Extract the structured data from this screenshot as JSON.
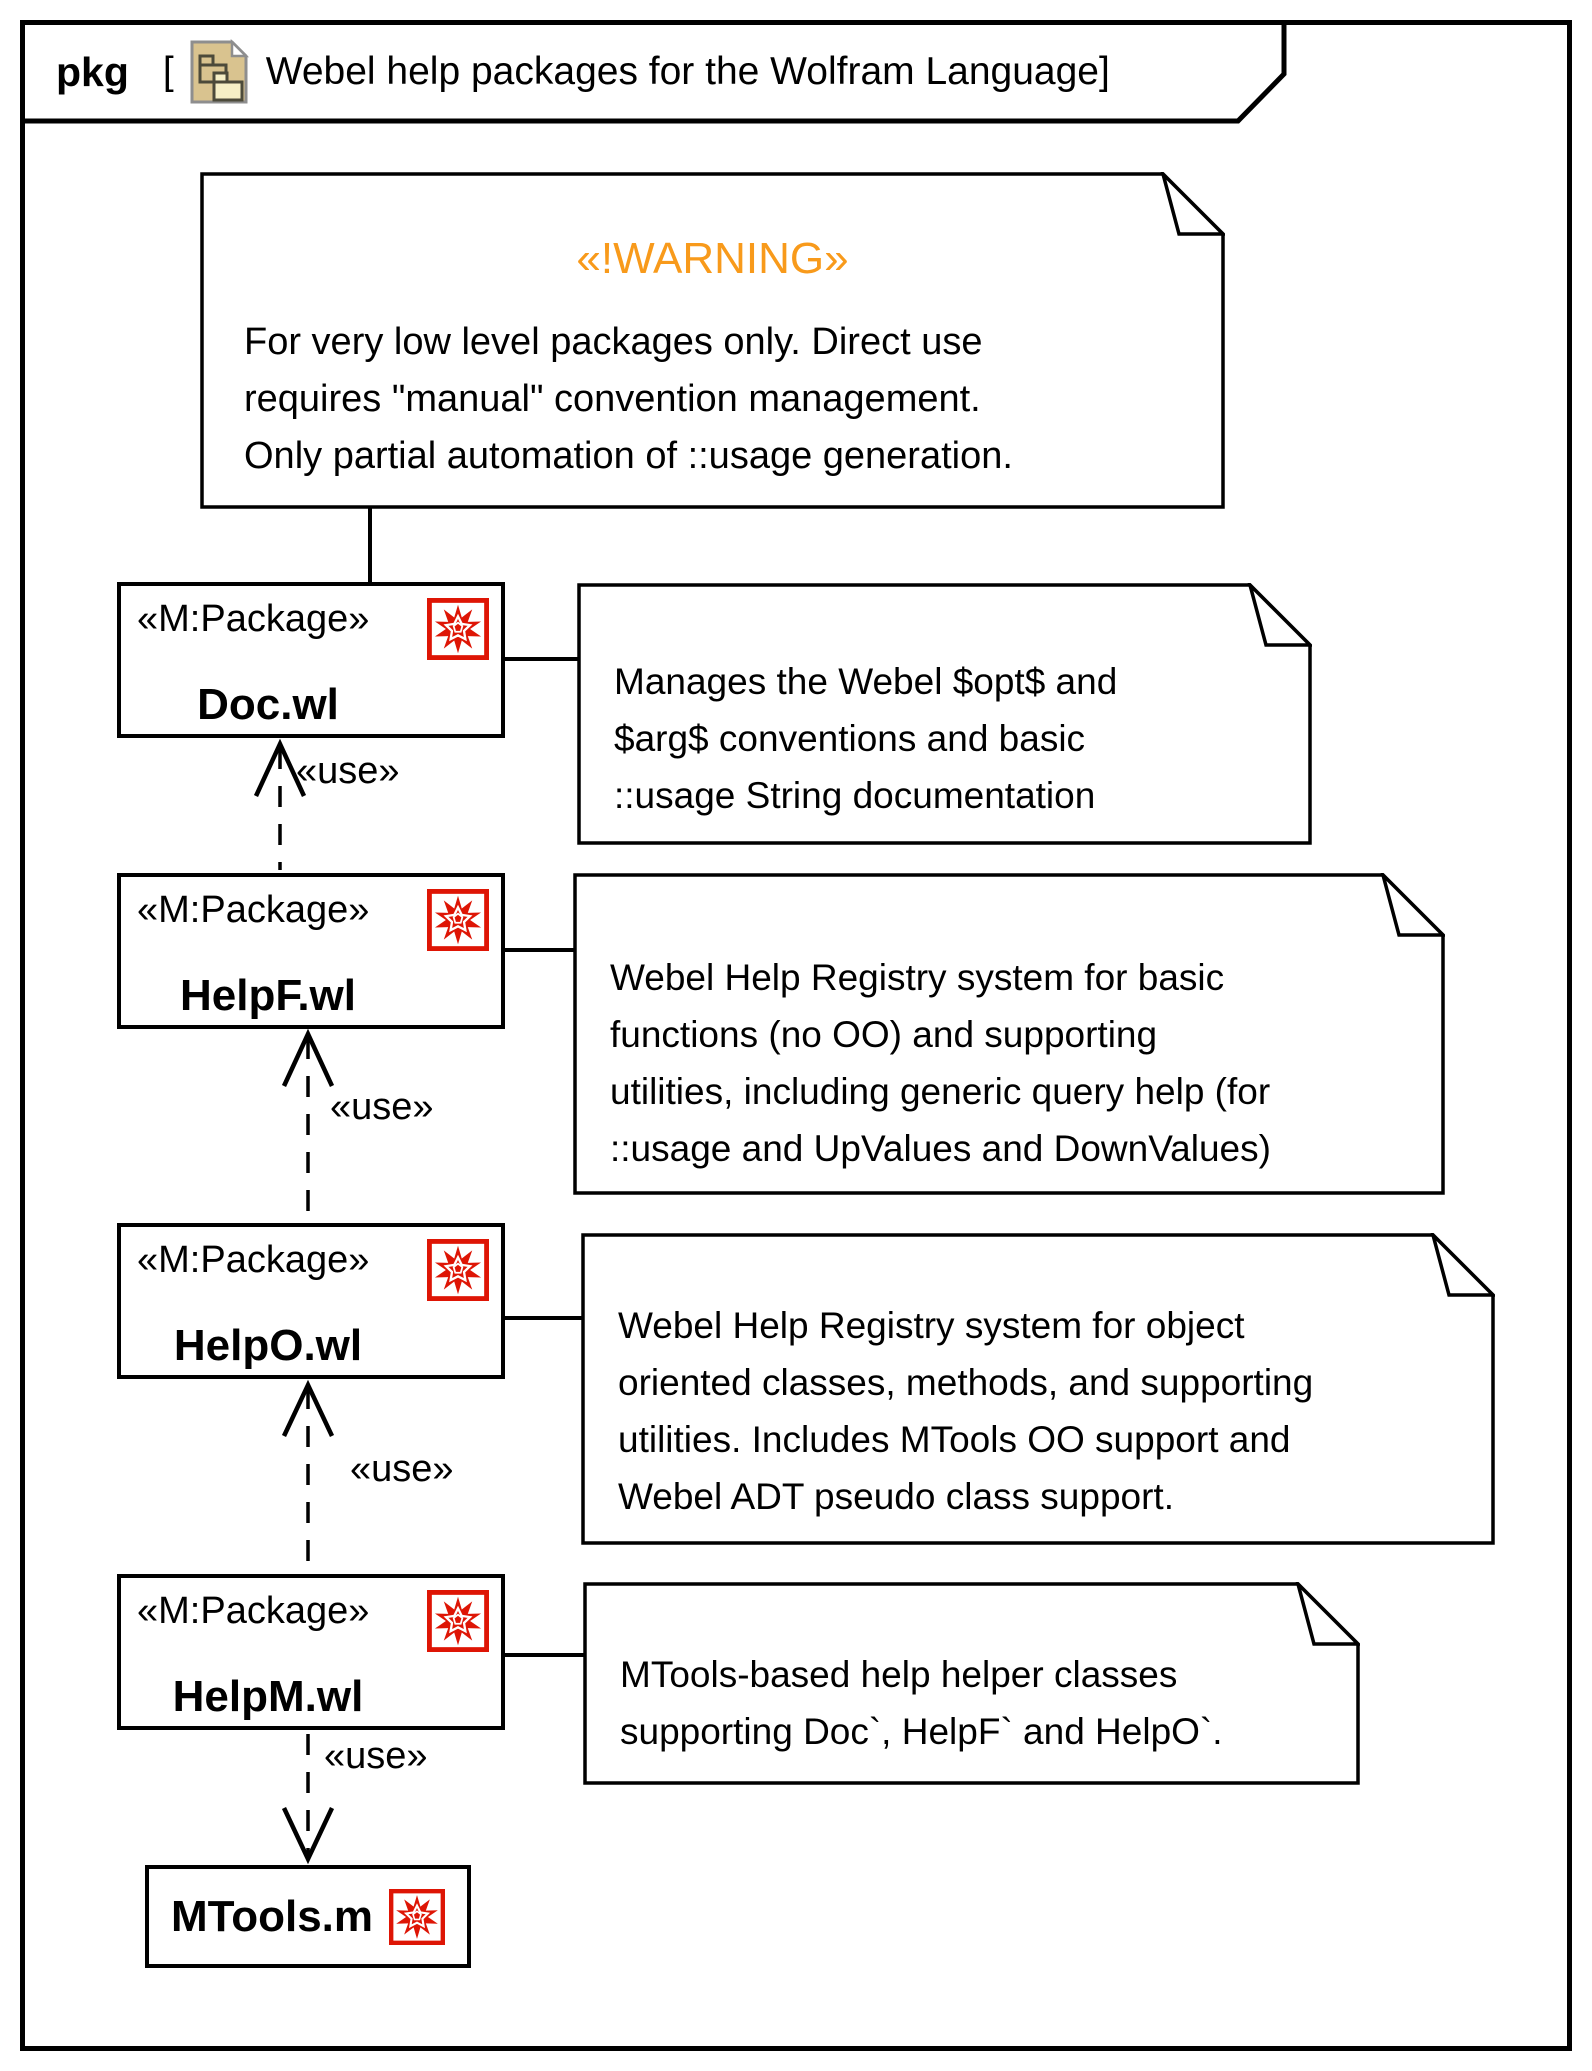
{
  "frame": {
    "keyword": "pkg",
    "bracket_open": "[",
    "title": "Webel help packages for the Wolfram Language",
    "bracket_close": "]"
  },
  "warning_note": {
    "stereotype": "«!WARNING»",
    "lines": [
      "For very low level packages only. Direct use",
      "requires \"manual\" convention management.",
      "Only partial automation of ::usage generation."
    ]
  },
  "labels": {
    "use": "«use»"
  },
  "packages": [
    {
      "stereotype": "«M:Package»",
      "name": "Doc.wl",
      "note": [
        "Manages the Webel $opt$ and",
        "$arg$ conventions and basic",
        "::usage String documentation"
      ]
    },
    {
      "stereotype": "«M:Package»",
      "name": "HelpF.wl",
      "note": [
        "Webel Help Registry system for basic",
        "functions (no OO) and supporting",
        "utilities, including generic query help (for",
        "::usage and UpValues and DownValues)"
      ]
    },
    {
      "stereotype": "«M:Package»",
      "name": "HelpO.wl",
      "note": [
        "Webel Help Registry system for object",
        "oriented classes, methods, and supporting",
        "utilities. Includes MTools OO support and",
        "Webel ADT pseudo class support."
      ]
    },
    {
      "stereotype": "«M:Package»",
      "name": "HelpM.wl",
      "note": [
        "MTools-based help helper classes",
        "supporting Doc`, HelpF` and HelpO`."
      ]
    }
  ],
  "external_package": {
    "name": "MTools.m"
  },
  "icons": {
    "tab_icon": "package-diagram-icon",
    "package_badge": "wolfram-spikey-icon"
  },
  "colors": {
    "warning_orange": "#F89A1B",
    "wolfram_red": "#DE1505",
    "line_black": "#000000",
    "tab_icon_tan": "#D9C38F"
  }
}
